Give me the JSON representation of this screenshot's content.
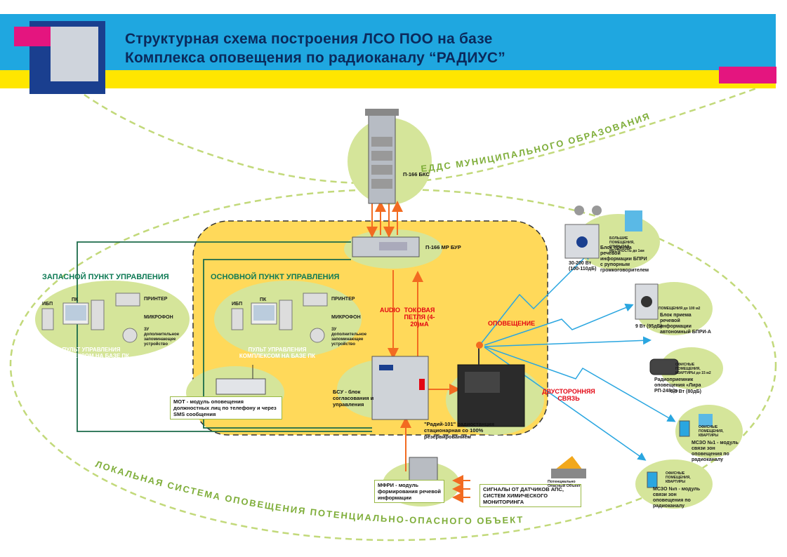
{
  "header": {
    "title_line1": "Структурная схема построения ЛСО ПОО на базе",
    "title_line2": "Комплекса оповещения по радиоканалу “РАДИУС”"
  },
  "zones": {
    "edds": "ЕДДС МУНИЦИПАЛЬНОГО ОБРАЗОВАНИЯ",
    "lso": "ЛОКАЛЬНАЯ СИСТЕМА ОПОВЕЩЕНИЯ ПОТЕНЦИАЛЬНО-ОПАСНОГО ОБЪЕКТА"
  },
  "devices": {
    "bks": "П-166 БКС",
    "bur": "П-166 МР БУР",
    "bsu": "БСУ - блок согласования и управления",
    "radiy": "\"Радий-101\" радиостанция стационарная со 100% резервированием",
    "mot": "МОТ - модуль оповещения должностных лиц по телефону и через SMS сообщения",
    "mfri": "МФРИ - модуль формирования речевой информации",
    "sensors": "СИГНАЛЫ ОТ ДАТЧИКОВ АПС, СИСТЕМ ХИМИЧЕСКОГО МОНИТОРИНГА",
    "hazard": "Потенциально Опасный Объект"
  },
  "control_points": {
    "reserve": {
      "title": "ЗАПАСНОЙ ПУНКТ УПРАВЛЕНИЯ",
      "ibp": "ИБП",
      "pk": "ПК",
      "printer": "ПРИНТЕР",
      "mic": "МИКРОФОН",
      "zu": "ЗУ дополнительное запоминающее устройство",
      "console": "ПУЛЬТ УПРАВЛЕНИЯ КОМПЛЕКСОМ НА БАЗЕ ПК"
    },
    "main": {
      "title": "ОСНОВНОЙ ПУНКТ УПРАВЛЕНИЯ",
      "ibp": "ИБП",
      "pk": "ПК",
      "printer": "ПРИНТЕР",
      "mic": "МИКРОФОН",
      "zu": "ЗУ дополнительное запоминающее устройство",
      "console": "ПУЛЬТ УПРАВЛЕНИЯ КОМПЛЕКСОМ НА БАЗЕ ПК"
    }
  },
  "links": {
    "audio": "AUDIO",
    "current_loop": "ТОКОВАЯ ПЕТЛЯ (4-20)мА",
    "notify": "ОПОВЕЩЕНИЕ",
    "duplex": "ДВУСТОРОННЯЯ СВЯЗЬ"
  },
  "endpoints": [
    {
      "zone": "БОЛЬШИЕ ПОМЕЩЕНИЯ, ОТКРЫТАЯ МЕСТНОСТЬ до 1км",
      "desc": "Блок приема речевой информации БПРИ с рупорным громкоговорителем",
      "power": "30-200 Вт (100-110дБ)"
    },
    {
      "zone": "ПОМЕЩЕНИЯ до 100 м2",
      "desc": "Блок приема речевой информации автономный БПРИ-А",
      "power": "9 Вт (95дБ)"
    },
    {
      "zone": "ОФИСНЫЕ ПОМЕЩЕНИЯ, КВАРТИРЫ до 15 м2",
      "desc": "Радиоприемник оповещения «Лира РП-248-1»",
      "power": "0,5 Вт (80дБ)"
    },
    {
      "zone": "ОФИСНЫЕ ПОМЕЩЕНИЯ, КВАРТИРЫ",
      "desc": "МСЗО №1 - модуль связи зон оповещения по радиоканалу",
      "power": ""
    },
    {
      "zone": "ОФИСНЫЕ ПОМЕЩЕНИЯ, КВАРТИРЫ",
      "desc": "МСЗО №n - модуль связи зон оповещения по радиоканалу",
      "power": ""
    }
  ],
  "colors": {
    "header_blue": "#1fa7e0",
    "header_yellow": "#ffe600",
    "accent_magenta": "#e4157f",
    "zone_yellow": "#ffd95a",
    "blob_green": "#d5e59a",
    "link_orange": "#f26b21",
    "radio_blue": "#2aa6e0",
    "wire_green": "#1c6b4a",
    "label_red": "#e30613"
  }
}
